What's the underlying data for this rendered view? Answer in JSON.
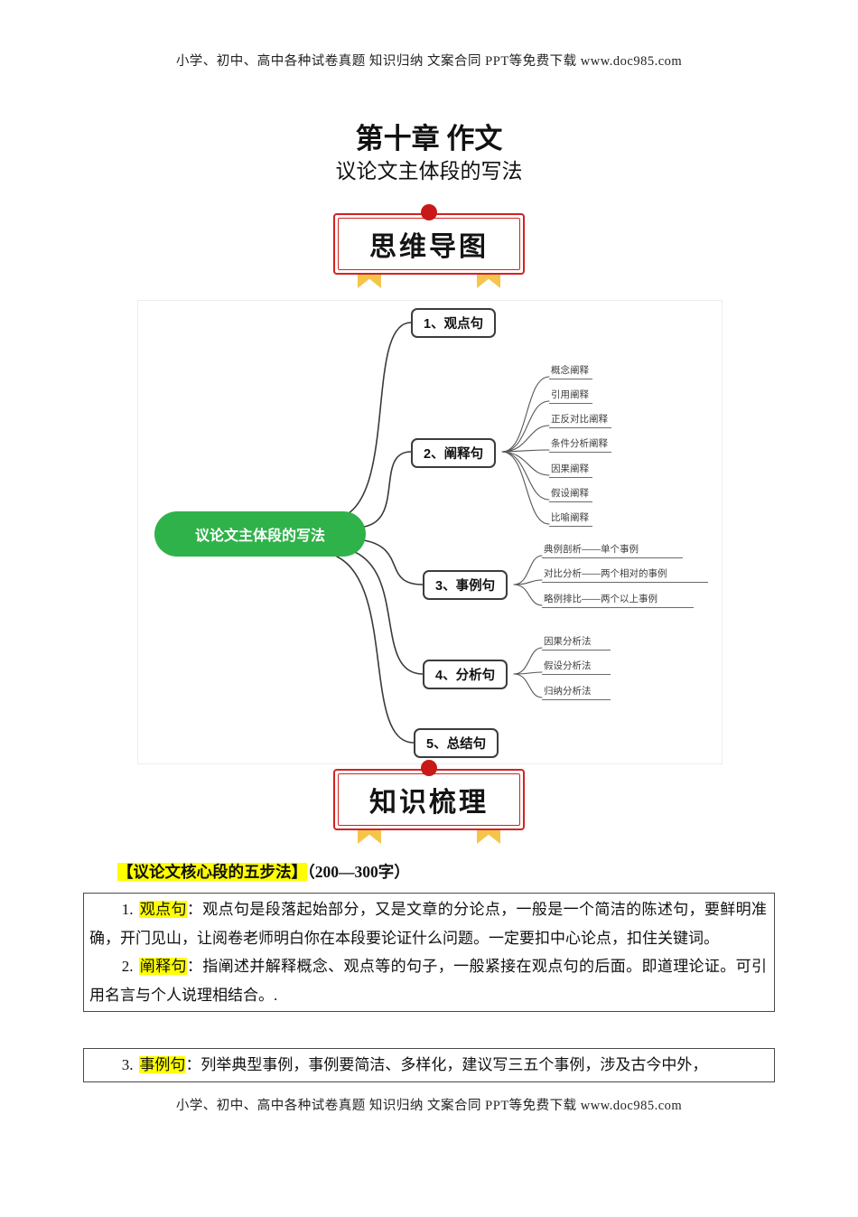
{
  "colors": {
    "banner_red": "#d32222",
    "dot_red": "#c91818",
    "ribbon_yellow": "#f5c54b",
    "node_green": "#2fb24a",
    "highlight_yellow": "#ffff00"
  },
  "header": {
    "text": "小学、初中、高中各种试卷真题 知识归纳 文案合同 PPT等免费下载   www.doc985.com"
  },
  "footer": {
    "text": "小学、初中、高中各种试卷真题 知识归纳 文案合同 PPT等免费下载   www.doc985.com"
  },
  "doc": {
    "title": "第十章 作文",
    "subtitle": "议论文主体段的写法"
  },
  "banners": {
    "mindmap": "思维导图",
    "knowledge": "知识梳理"
  },
  "mindmap": {
    "root": "议论文主体段的写法",
    "branches": {
      "b1": "1、观点句",
      "b2": "2、阐释句",
      "b3": "3、事例句",
      "b4": "4、分析句",
      "b5": "5、总结句"
    },
    "b2_children": [
      "概念阐释",
      "引用阐释",
      "正反对比阐释",
      "条件分析阐释",
      "因果阐释",
      "假设阐释",
      "比喻阐释"
    ],
    "b3_children": [
      "典例剖析——单个事例",
      "对比分析——两个相对的事例",
      "略例排比——两个以上事例"
    ],
    "b4_children": [
      "因果分析法",
      "假设分析法",
      "归纳分析法"
    ]
  },
  "section": {
    "heading_bracket": "【议论文核心段的五步法】",
    "heading_suffix": "（200—300字）",
    "items": [
      {
        "num": "1.",
        "term": "观点句",
        "body": "：观点句是段落起始部分，又是文章的分论点，一般是一个简洁的陈述句，要鲜明准确，开门见山，让阅卷老师明白你在本段要论证什么问题。一定要扣中心论点，扣住关键词。"
      },
      {
        "num": "2.",
        "term": "阐释句",
        "body": "：指阐述并解释概念、观点等的句子，一般紧接在观点句的后面。即道理论证。可引用名言与个人说理相结合。."
      },
      {
        "num": "3.",
        "term": "事例句",
        "body": "：列举典型事例，事例要简洁、多样化，建议写三五个事例，涉及古今中外，"
      }
    ]
  }
}
